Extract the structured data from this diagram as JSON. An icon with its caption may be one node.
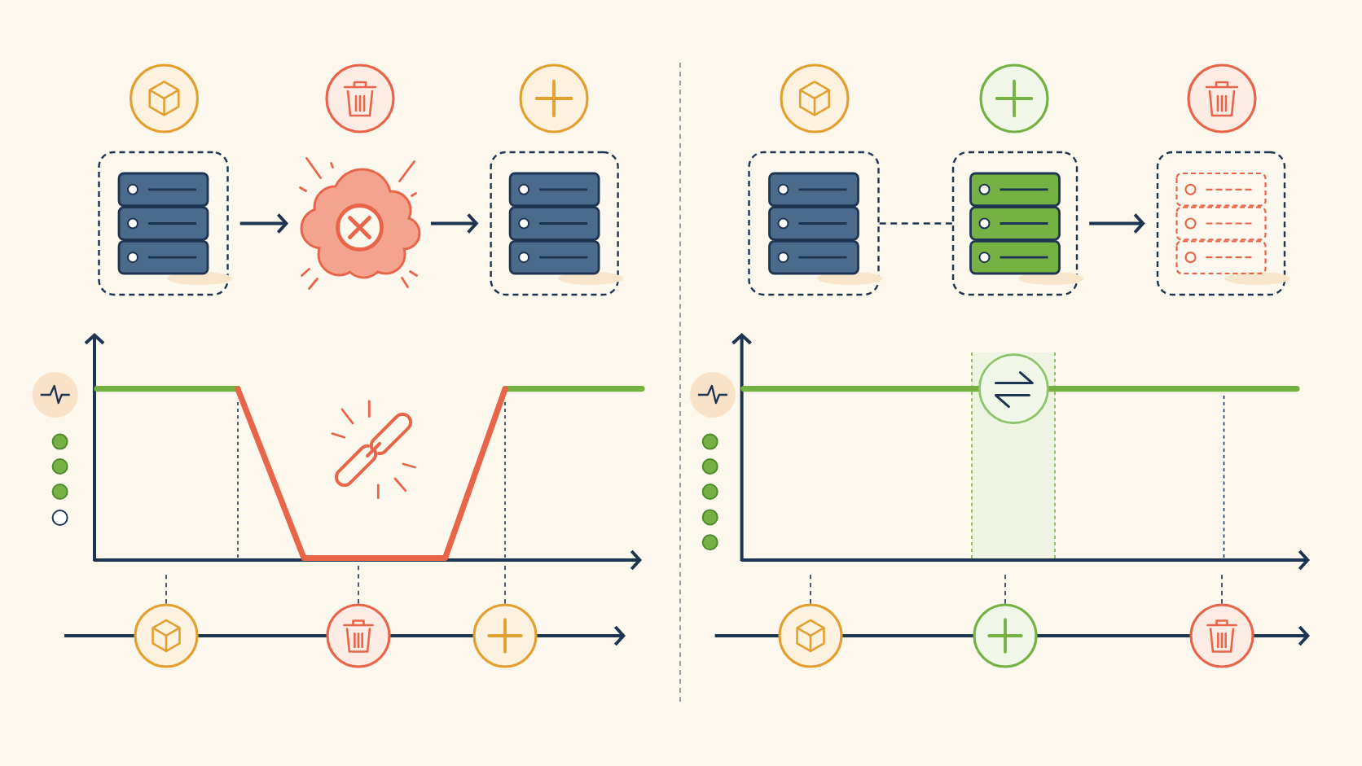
{
  "diagram": {
    "nodes": [
      {
        "text": [],
        "shape": "box"
      },
      {
        "text": [],
        "shape": "cloud"
      },
      {
        "text": [],
        "shape": "box"
      },
      {
        "text": [],
        "shape": "box"
      },
      {
        "text": [],
        "shape": "box"
      },
      {
        "text": [],
        "shape": "box"
      },
      {
        "text": [],
        "shape": "axis"
      },
      {
        "text": [],
        "shape": "axis"
      },
      {
        "text": [],
        "shape": "circle"
      },
      {
        "text": [],
        "shape": "circle"
      },
      {
        "text": [],
        "shape": "circle"
      },
      {
        "text": [],
        "shape": "circle"
      },
      {
        "text": [],
        "shape": "circle"
      },
      {
        "text": [],
        "shape": "circle"
      }
    ],
    "edges": [
      {
        "from": 0,
        "to": 1,
        "arrow": "to"
      },
      {
        "from": 1,
        "to": 2,
        "arrow": "to"
      },
      {
        "from": 3,
        "to": 4,
        "arrow": "none",
        "style": "dashed"
      },
      {
        "from": 4,
        "to": 5,
        "arrow": "to"
      },
      {
        "from": 8,
        "to": 6,
        "arrow": "none",
        "style": "dashed"
      },
      {
        "from": 9,
        "to": 6,
        "arrow": "none",
        "style": "dashed"
      },
      {
        "from": 10,
        "to": 6,
        "arrow": "none",
        "style": "dashed"
      },
      {
        "from": 11,
        "to": 7,
        "arrow": "none",
        "style": "dashed"
      },
      {
        "from": 12,
        "to": 7,
        "arrow": "none",
        "style": "dashed"
      },
      {
        "from": 13,
        "to": 7,
        "arrow": "none",
        "style": "dashed"
      }
    ]
  }
}
